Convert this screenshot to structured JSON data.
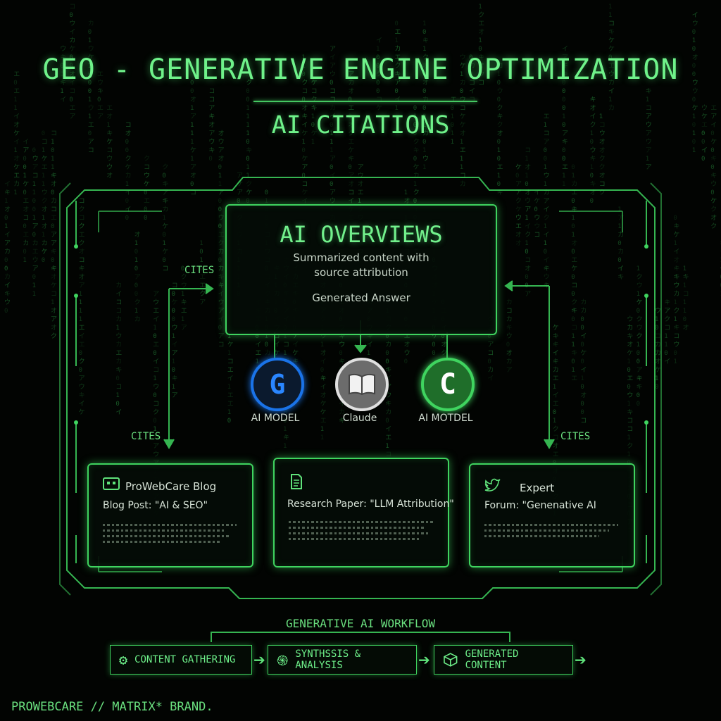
{
  "header": {
    "title": "GEO - GENERATIVE ENGINE OPTIMIZATION",
    "subtitle": "AI CITATIONS"
  },
  "overview": {
    "title": "AI OVERVIEWS",
    "description_line1": "Summarized content with",
    "description_line2": "source attribution",
    "answer": "Generated Answer"
  },
  "cites": {
    "left_top": "CITES",
    "left_bottom": "CITES",
    "right_bottom": "CITES"
  },
  "models": [
    {
      "label": "AI MODEL",
      "glyph": "G",
      "icon": "google-g-icon",
      "color": "#1a73e8"
    },
    {
      "label": "Claude",
      "glyph": "",
      "icon": "open-book-icon",
      "color": "#9e9e9e"
    },
    {
      "label": "AI MOTDEL",
      "glyph": "C",
      "icon": "chat-c-icon",
      "color": "#2e9a3e"
    }
  ],
  "sources": [
    {
      "icon": "robot-icon",
      "title": "ProWebCare Blog",
      "line": "Blog Post: \"AI & SEO\""
    },
    {
      "icon": "document-icon",
      "title": "",
      "line": "Research Paper: \"LLM Attribution\""
    },
    {
      "icon": "twitter-bird-icon",
      "title": "Expert",
      "line": "Forum: \"Genenative AI"
    }
  ],
  "workflow": {
    "title": "GENERATIVE AI WORKFLOW",
    "steps": [
      {
        "label": "CONTENT GATHERING",
        "icon": "gear-icon"
      },
      {
        "label": "SYNTHSSIS & ANALYSIS",
        "icon": "swirl-icon"
      },
      {
        "label": "GENERATED CONTENT",
        "icon": "cube-icon"
      }
    ]
  },
  "footer": {
    "brand": "PROWEBCARE // MATRIX* BRAND."
  },
  "colors": {
    "accent": "#5fe27a",
    "background": "#020402"
  }
}
